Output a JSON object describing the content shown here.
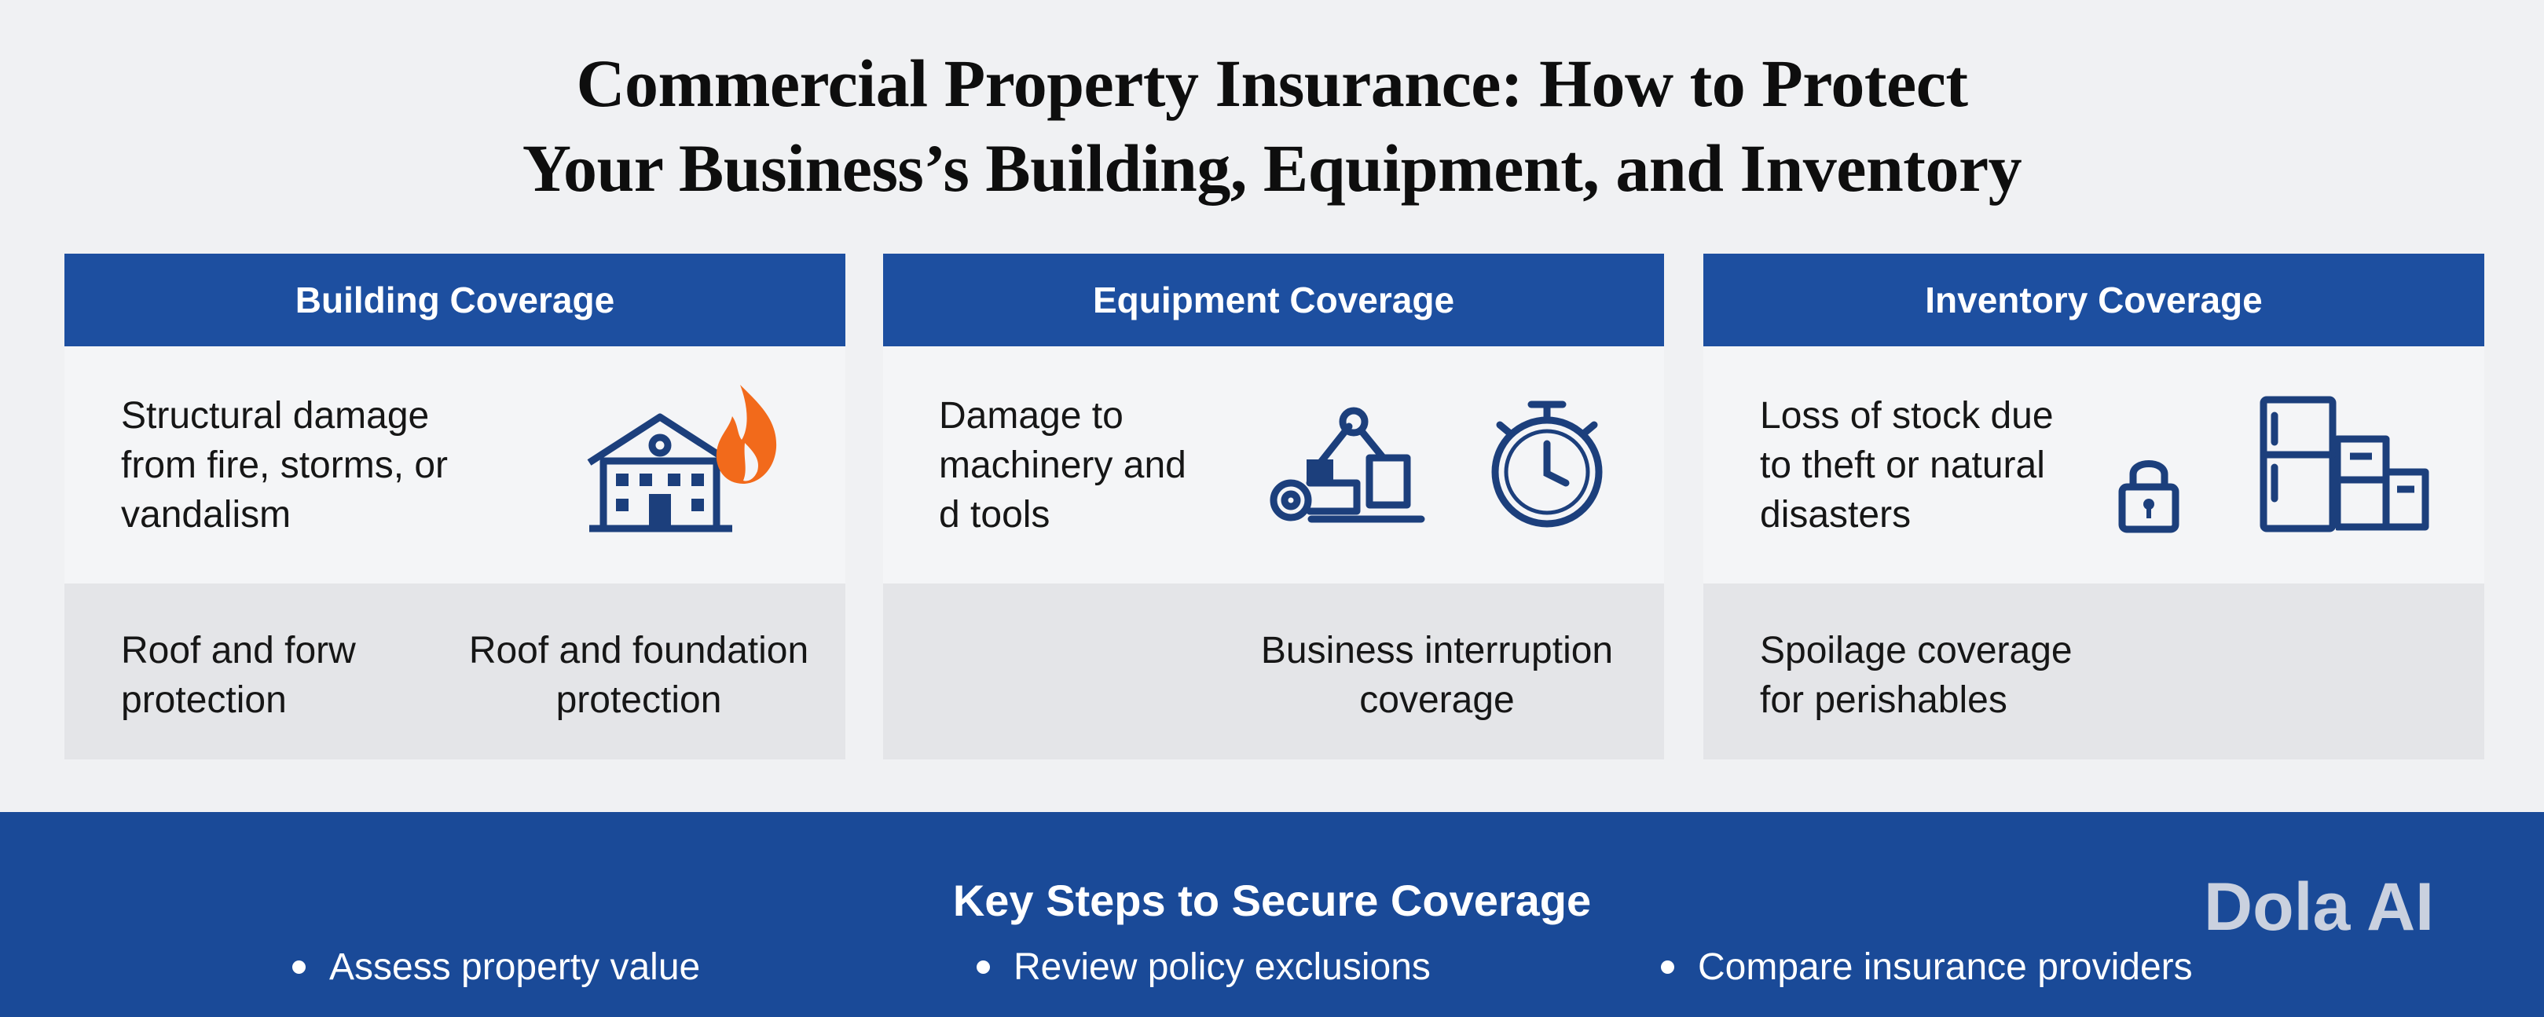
{
  "title": {
    "line1": "Commercial Property Insurance: How to Protect",
    "line2": "Your Business’s Building, Equipment, and Inventory"
  },
  "cards": [
    {
      "header": "Building Coverage",
      "top_lines": [
        "Structural damage",
        "from fire, storms, or",
        "vandalism"
      ],
      "bottom_left_lines": [
        "Roof and forw",
        "protection"
      ],
      "bottom_right_lines": [
        "Roof and foundation",
        "protection"
      ],
      "icons": [
        "building-icon",
        "fire-icon"
      ]
    },
    {
      "header": "Equipment Coverage",
      "top_lines": [
        "Damage to",
        "machinery and",
        "d tools"
      ],
      "bottom_lines": [
        "Business interruption",
        "coverage"
      ],
      "icons": [
        "robotic-arm-machinery-icon",
        "stopwatch-icon"
      ]
    },
    {
      "header": "Inventory Coverage",
      "top_lines": [
        "Loss of stock due",
        "to theft or natural",
        "disasters"
      ],
      "bottom_lines": [
        "Spoilage coverage",
        "for perishables"
      ],
      "icons": [
        "padlock-icon",
        "refrigerator-icon",
        "boxes-icon"
      ]
    }
  ],
  "footer": {
    "title": "Key Steps to Secure Coverage",
    "steps": [
      "Assess property value",
      "Review policy exclusions",
      "Compare insurance providers"
    ]
  },
  "watermark": "Dola AI",
  "colors": {
    "header_blue": "#1d4fa0",
    "footer_blue": "#1a4a98",
    "icon_navy": "#1c3f7c",
    "flame_orange": "#f26a1b",
    "card_top_bg": "#f4f5f7",
    "card_bottom_bg": "#e4e5e8",
    "page_bg": "#f0f1f3"
  }
}
